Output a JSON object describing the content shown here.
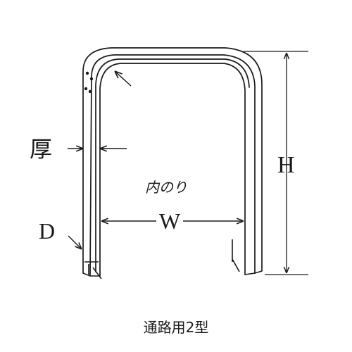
{
  "diagram": {
    "labels": {
      "thickness": "厚",
      "depth": "D",
      "height": "H",
      "inner_clearance": "内のり",
      "width": "W"
    },
    "caption": "通路用2型",
    "colors": {
      "line": "#1a1a1a",
      "background": "#ffffff"
    }
  }
}
